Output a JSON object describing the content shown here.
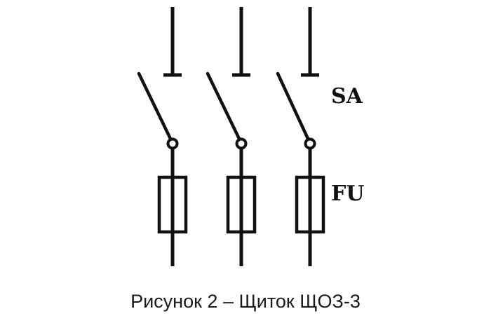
{
  "diagram": {
    "labels": {
      "switch": "SA",
      "fuse": "FU"
    },
    "poles": [
      {
        "id": "pole-1"
      },
      {
        "id": "pole-2"
      },
      {
        "id": "pole-3"
      }
    ]
  },
  "caption": "Рисунок 2 – Щиток ЩОЗ-3",
  "colors": {
    "ink": "#111111",
    "background": "#ffffff"
  }
}
